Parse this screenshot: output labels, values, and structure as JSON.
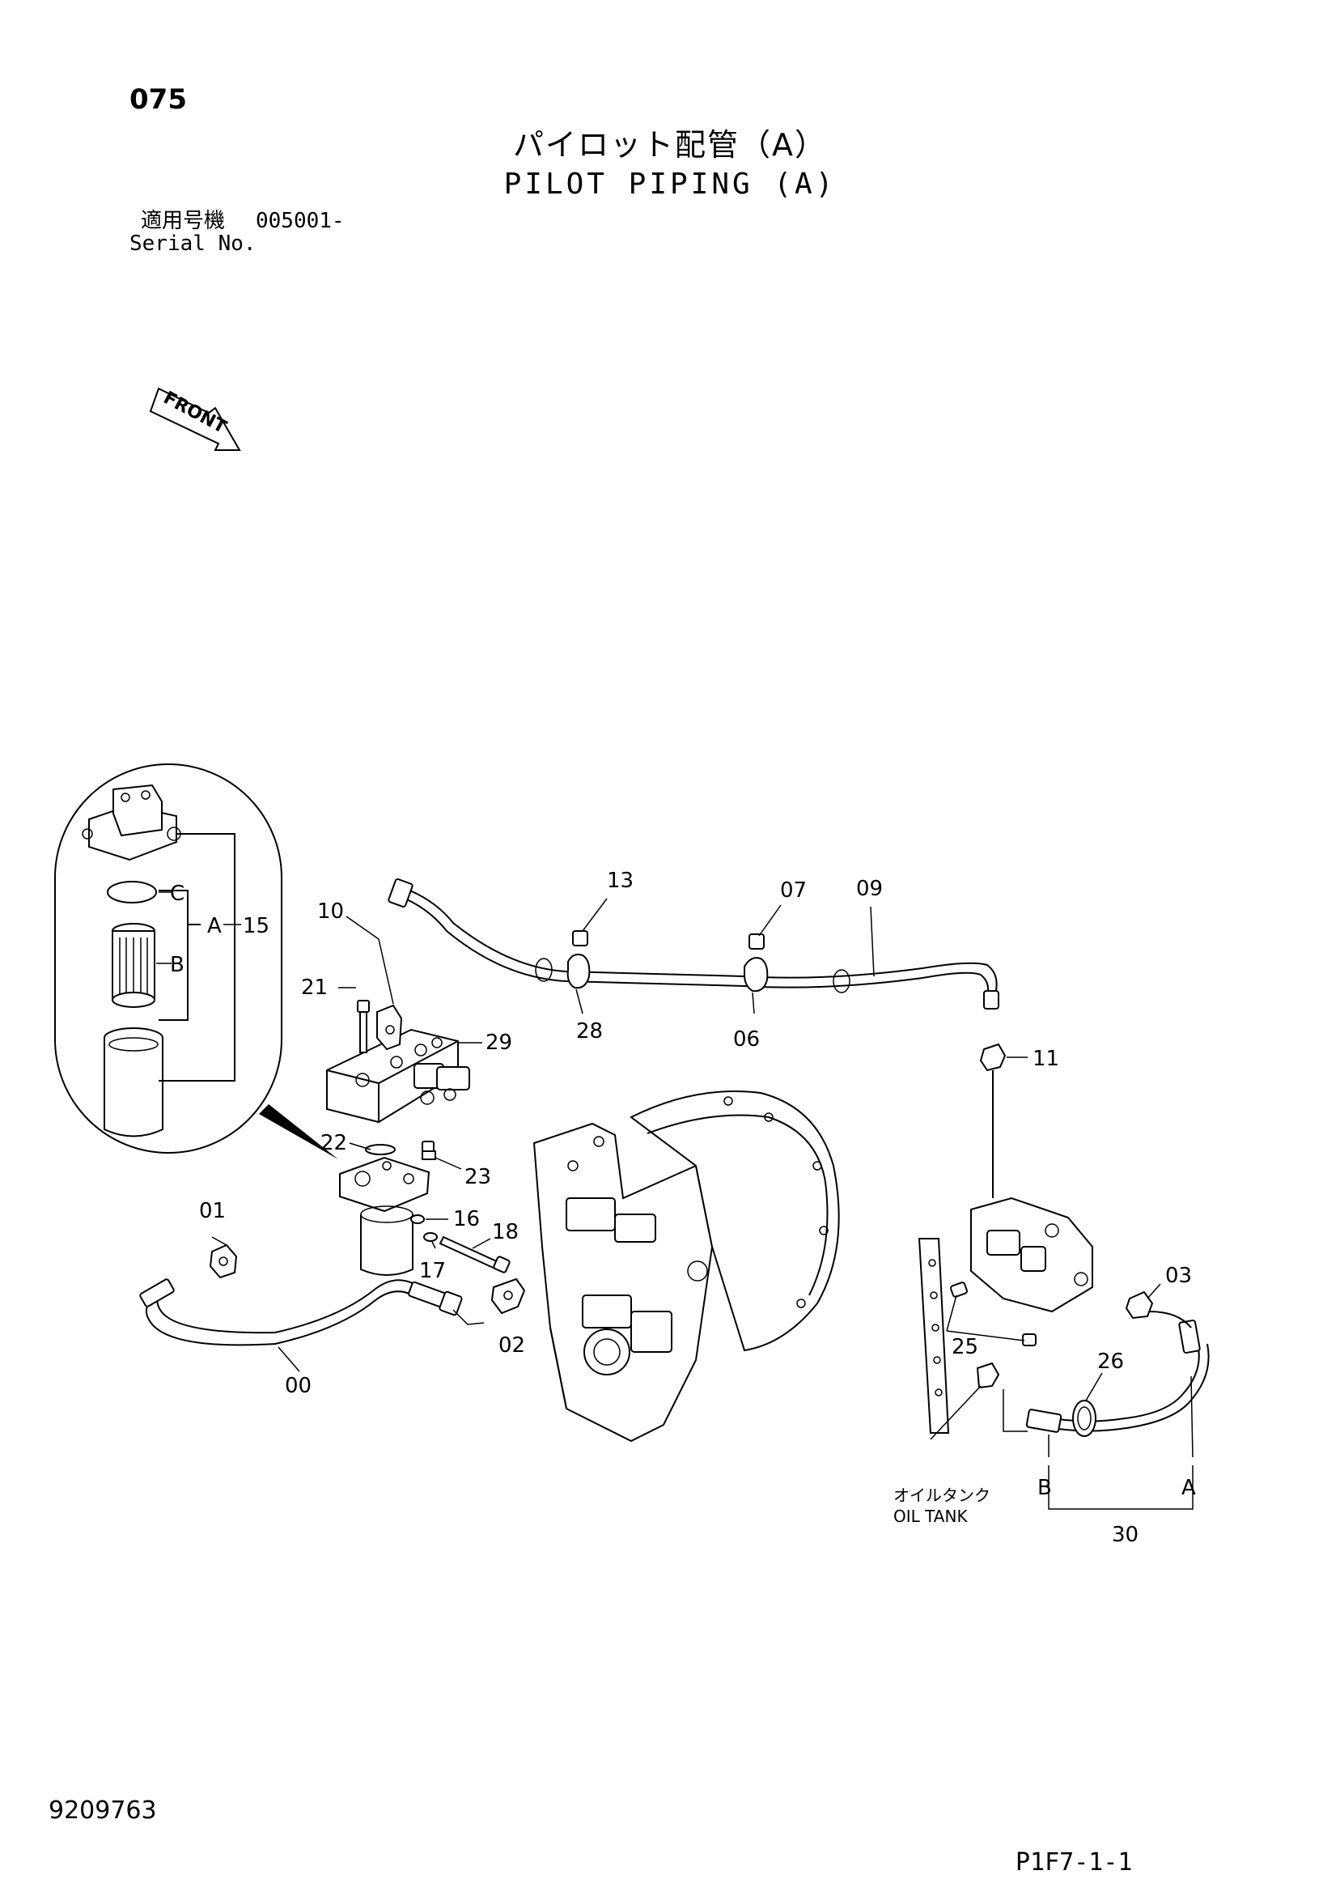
{
  "header": {
    "page_number": "075",
    "title_jp": "パイロット配管（A）",
    "title_en": "PILOT PIPING (A)",
    "serial_label_jp": "適用号機",
    "serial_value": "005001-",
    "serial_label_en": "Serial No."
  },
  "front_marker": {
    "label": "FRONT"
  },
  "callouts": {
    "c00": "00",
    "c01": "01",
    "c02": "02",
    "c03": "03",
    "c06": "06",
    "c07": "07",
    "c09": "09",
    "c10": "10",
    "c11": "11",
    "c13": "13",
    "c15": "15",
    "c16": "16",
    "c17": "17",
    "c18": "18",
    "c21": "21",
    "c22": "22",
    "c23": "23",
    "c25": "25",
    "c26": "26",
    "c28": "28",
    "c29": "29",
    "c30": "30"
  },
  "filter_detail": {
    "a": "A",
    "b": "B",
    "c": "C"
  },
  "hose_ends": {
    "a": "A",
    "b": "B"
  },
  "oil_tank": {
    "label_jp": "オイルタンク",
    "label_en": "OIL TANK"
  },
  "footer": {
    "doc_number": "9209763",
    "page_code": "P1F7-1-1"
  }
}
